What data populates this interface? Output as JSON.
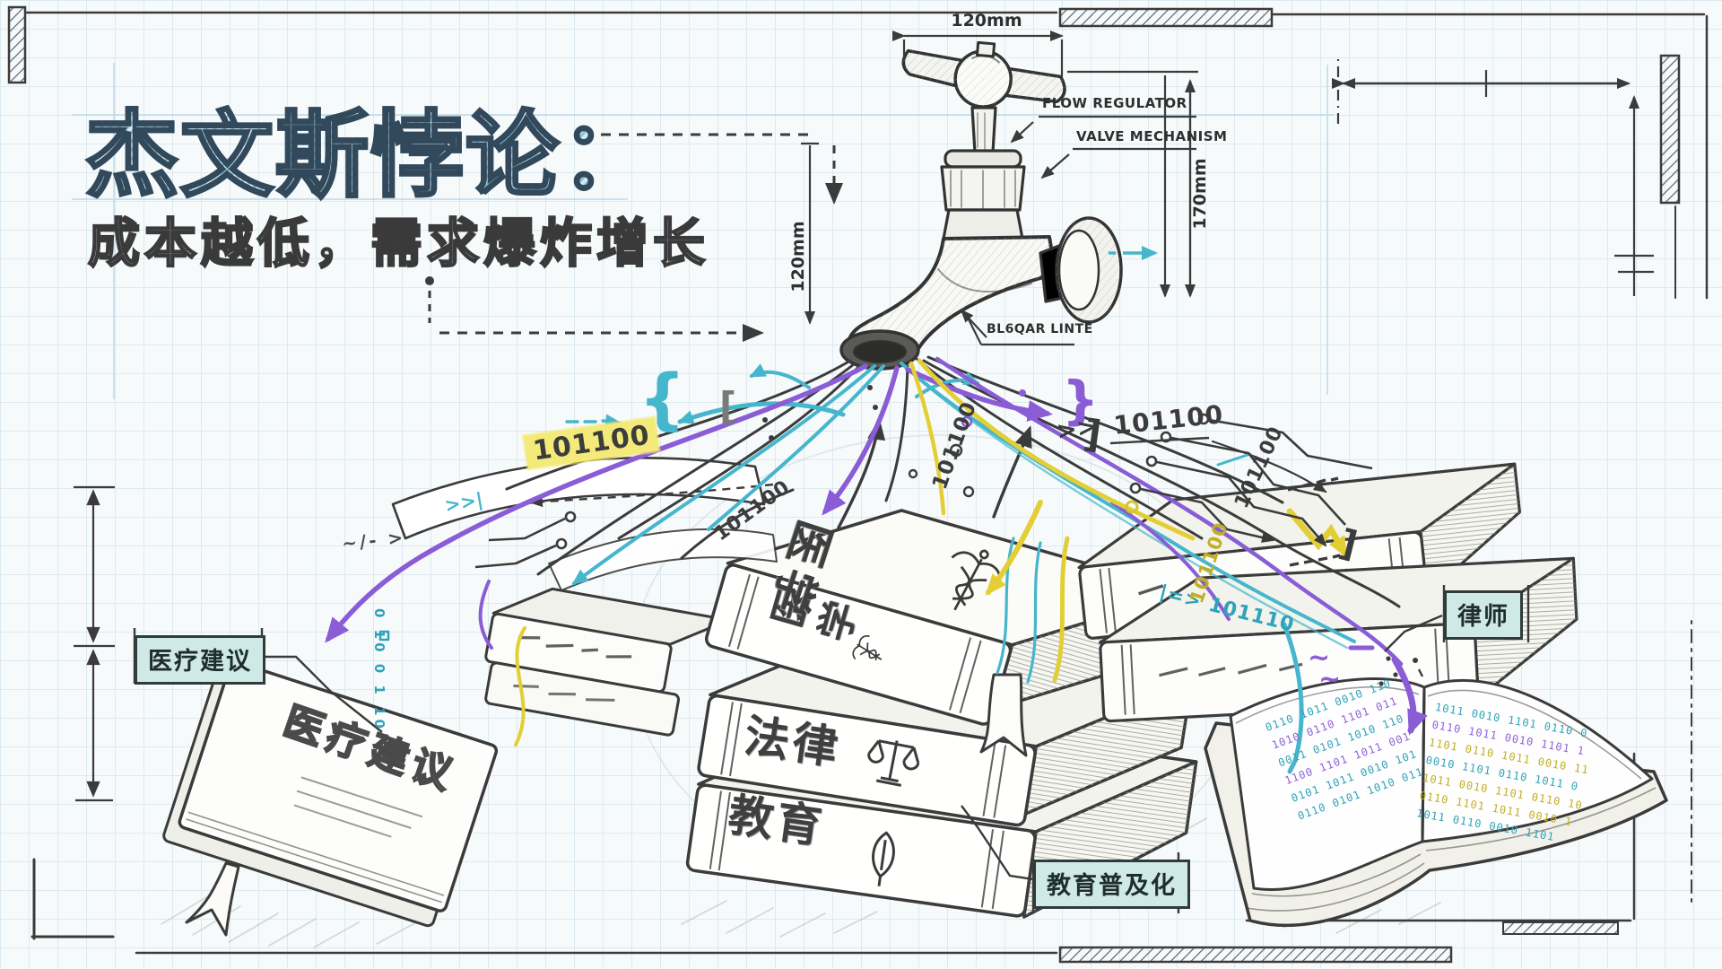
{
  "title": {
    "main": "杰文斯悖论：",
    "subtitle": "成本越低，需求爆炸增长"
  },
  "faucet": {
    "dim_top": "120mm",
    "dim_drop": "120mm",
    "dim_side": "170mm",
    "flow_regulator": "FLOW REGULATOR",
    "valve_mechanism": "VALVE MECHANISM",
    "spout_label": "BL6QAR LINTE"
  },
  "callouts": {
    "medical_advice": "医疗建议",
    "lawyer": "律师",
    "education_access": "教育普及化"
  },
  "books": {
    "medicine_spine_char1": "医",
    "medicine_spine_char2": "学",
    "medicine_cover": "医学",
    "law_spine": "法律",
    "education_spine": "教育",
    "left_cover": "医疗建议",
    "left_margin_code": "0 10 0 1 10"
  },
  "binary": {
    "b1": "101100",
    "b2": "101100",
    "b3": "101100",
    "b4": "101100",
    "b5": "101100",
    "b6": "|=> 101110",
    "b7": "101100"
  },
  "glyphs": {
    "brace_left": "{",
    "bracket_left": "[",
    "brace_right": "}",
    "bracket_right": "]",
    "chevrons": ">>",
    "ticks_left": ">>|",
    "pencil_marks": "~/- >",
    "bracket_far": "]",
    "tilde_a": "~",
    "tilde_b": "~"
  },
  "open_book": {
    "left_lines": [
      "0110 1011 0010 110",
      "1010 0110 1101 011",
      "0011 0101 1010 110",
      "1100 1101 1011 001",
      "0101 1011 0010 101",
      "0110 0101 1010 011"
    ],
    "right_lines": [
      "1011 0010 1101 0110 0",
      "0110 1011 0010 1101 1",
      "1101 0110 1011 0010 11",
      "0010 1101 0110 1011 0",
      "1011 0010 1101 0110 10",
      "0110 1101 1011 0010 1",
      "1011 0110 0010 1101"
    ]
  },
  "colors": {
    "teal": "#45b6cc",
    "purple": "#8a5cd6",
    "yellow": "#e3cf35",
    "pencil": "#3b3b3b",
    "highlight": "#f3ea79",
    "callout_bg": "#cfe9e6",
    "title_blue": "#a5cfe0"
  }
}
